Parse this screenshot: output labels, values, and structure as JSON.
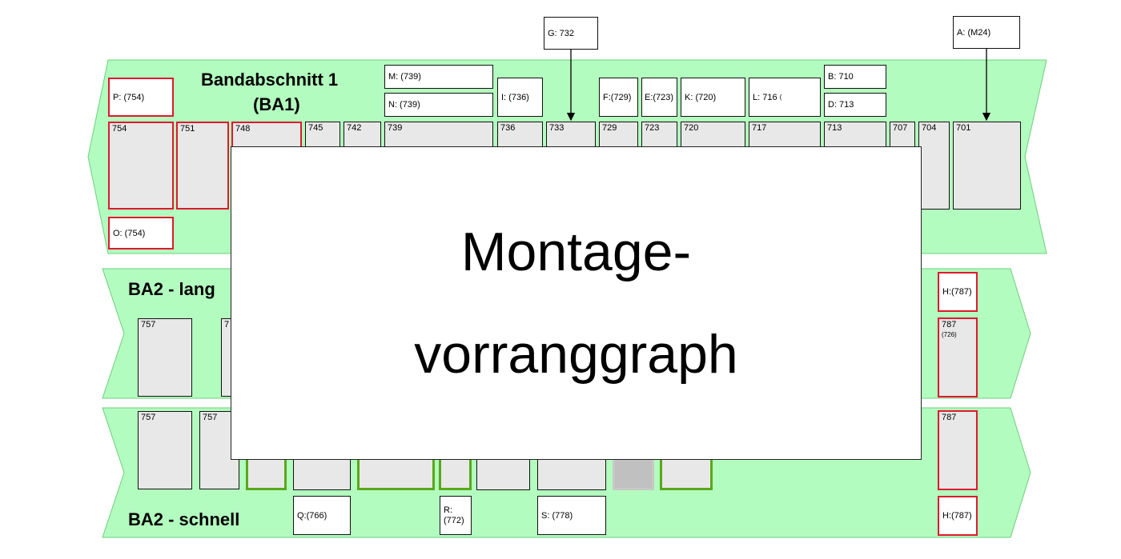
{
  "colors": {
    "band": "#b3fcbf",
    "band_border": "#6dcf7d",
    "red": "#e0192d",
    "green": "#5aa81a"
  },
  "ba1": {
    "title_line1": "Bandabschnitt 1",
    "title_line2": "(BA1)",
    "labels": {
      "P": "P: (754)",
      "O": "O: (754)",
      "M": "M: (739)",
      "N": "N: (739)",
      "I": "I: (736)",
      "G": "G: 732",
      "F": "F:(729)",
      "E": "E:(723)",
      "K": "K: (720)",
      "L": "L: 716",
      "L_sub": "(",
      "B": "B: 710",
      "D": "D: 713",
      "A": "A: (M24)"
    },
    "stations": [
      "754",
      "751",
      "748",
      "745",
      "742",
      "739",
      "736",
      "733",
      "729",
      "723",
      "720",
      "717",
      "713",
      "707",
      "704",
      "701"
    ]
  },
  "ba2_lang": {
    "title": "BA2 - lang",
    "stations": [
      "757",
      "7"
    ],
    "h_label": "H:(787)",
    "right_station": "787",
    "right_station_sub": "(726)"
  },
  "ba2_schnell": {
    "title": "BA2 - schnell",
    "stations": [
      "757",
      "757"
    ],
    "labels": {
      "Q": "Q:(766)",
      "R": "R:\n(772)",
      "S": "S: (778)"
    },
    "right_station": "787",
    "h_label": "H:(787)"
  },
  "overlay": {
    "line1": "Montage-",
    "line2": "vorranggraph"
  }
}
